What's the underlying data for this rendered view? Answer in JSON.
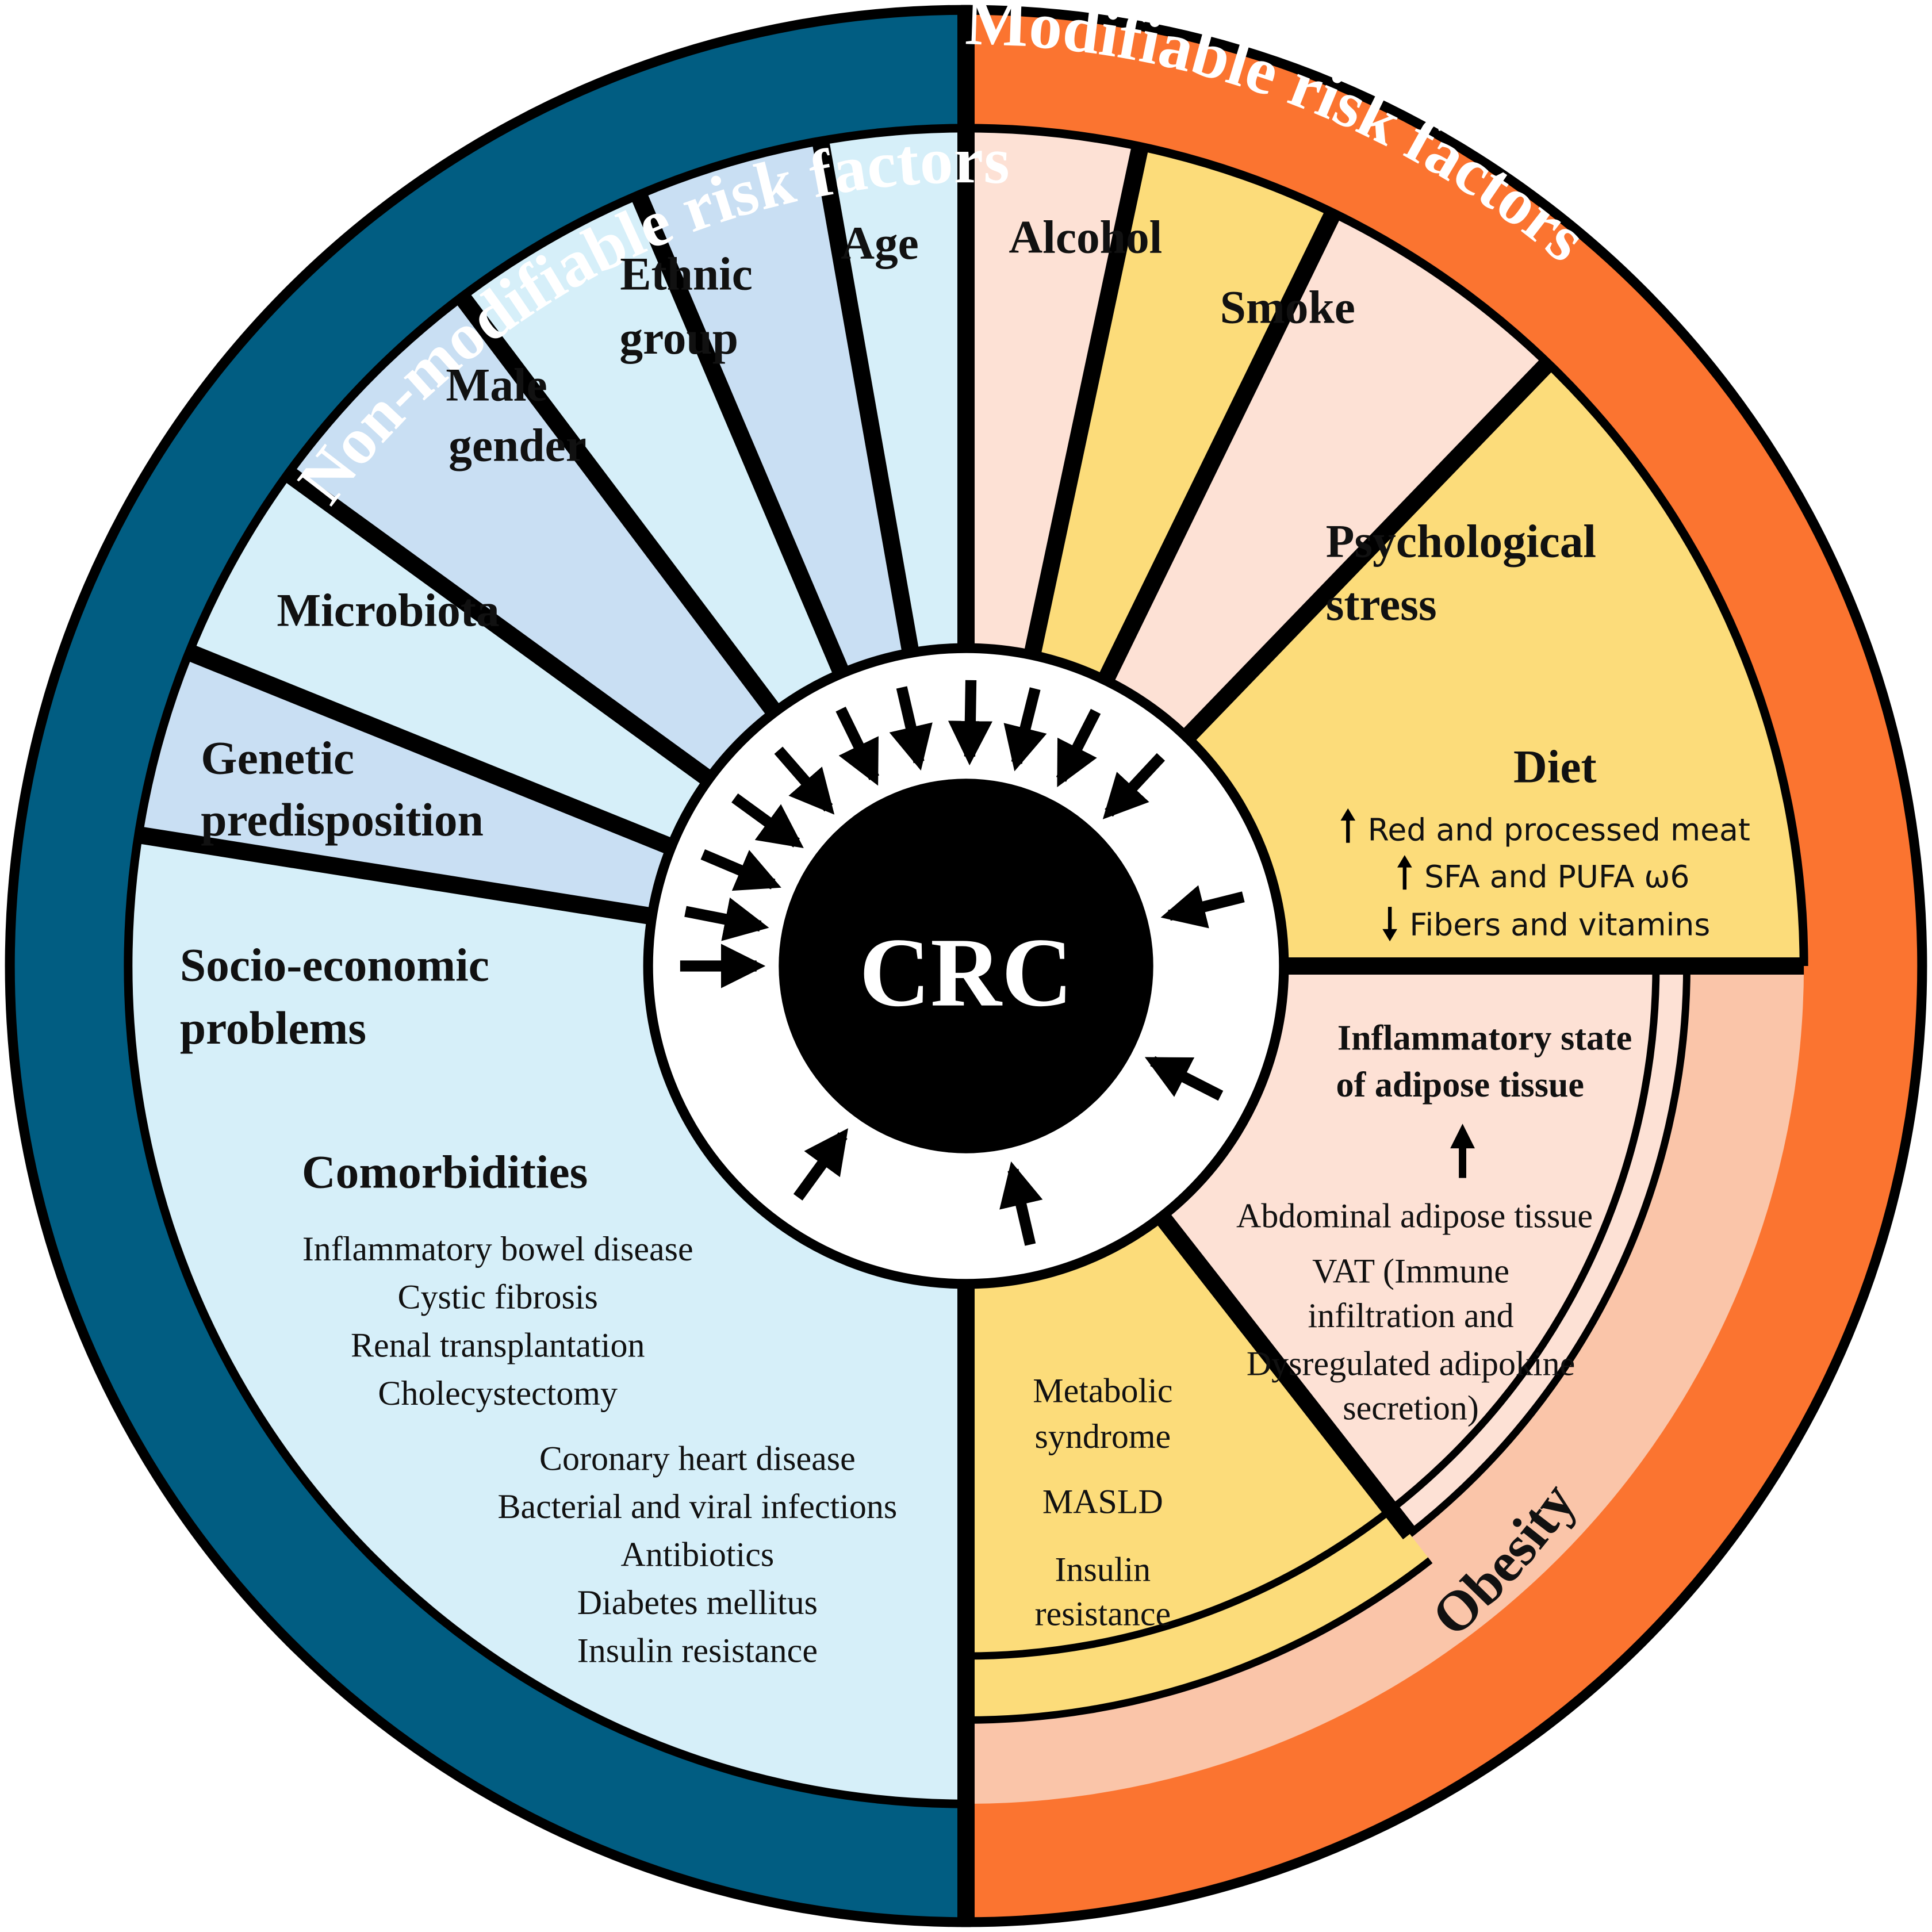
{
  "center": {
    "label": "CRC"
  },
  "left_ring": {
    "title": "Non-modifiable risk factors",
    "color": "#015D82"
  },
  "right_ring": {
    "title": "Modifiable risk factors",
    "color": "#FB7430"
  },
  "colors": {
    "light_blue": "#D6EFF9",
    "mid_blue": "#C9DFF3",
    "peach": "#FDE1D5",
    "yellow": "#FCDC7A",
    "obesity_band": "#FAC5A9",
    "center": "#000000"
  },
  "non_modifiable": {
    "age": [
      "Age"
    ],
    "ethnic_group": [
      "Ethnic",
      "group"
    ],
    "male_gender": [
      "Male",
      "gender"
    ],
    "microbiota": [
      "Microbiota"
    ],
    "genetic_predisposition": [
      "Genetic",
      "predisposition"
    ],
    "socio_economic": [
      "Socio-economic",
      "problems"
    ],
    "comorbidities": {
      "title": "Comorbidities",
      "items_a": [
        "Inflammatory bowel disease",
        "Cystic fibrosis",
        "Renal transplantation",
        "Cholecystectomy"
      ],
      "items_b": [
        "Coronary heart disease",
        "Bacterial and viral infections",
        "Antibiotics",
        "Diabetes mellitus",
        "Insulin resistance"
      ]
    }
  },
  "modifiable": {
    "alcohol": [
      "Alcohol"
    ],
    "smoke": [
      "Smoke"
    ],
    "psychological_stress": [
      "Psychological",
      "stress"
    ],
    "diet": {
      "title": "Diet",
      "items": [
        "Red and processed meat",
        "SFA and PUFA ω6",
        "Fibers and vitamins"
      ],
      "trend_icons": [
        "arrow-up-icon",
        "arrow-up-icon",
        "arrow-down-icon"
      ]
    },
    "obesity": {
      "title": "Obesity",
      "inflammatory": [
        "Inflammatory state",
        "of adipose tissue"
      ],
      "adipose": [
        "Abdominal adipose tissue",
        "VAT (Immune",
        "infiltration and",
        "Dysregulated adipokine",
        "secretion)"
      ],
      "metabolic": [
        "Metabolic",
        "syndrome",
        "MASLD",
        "Insulin",
        "resistance"
      ]
    }
  }
}
